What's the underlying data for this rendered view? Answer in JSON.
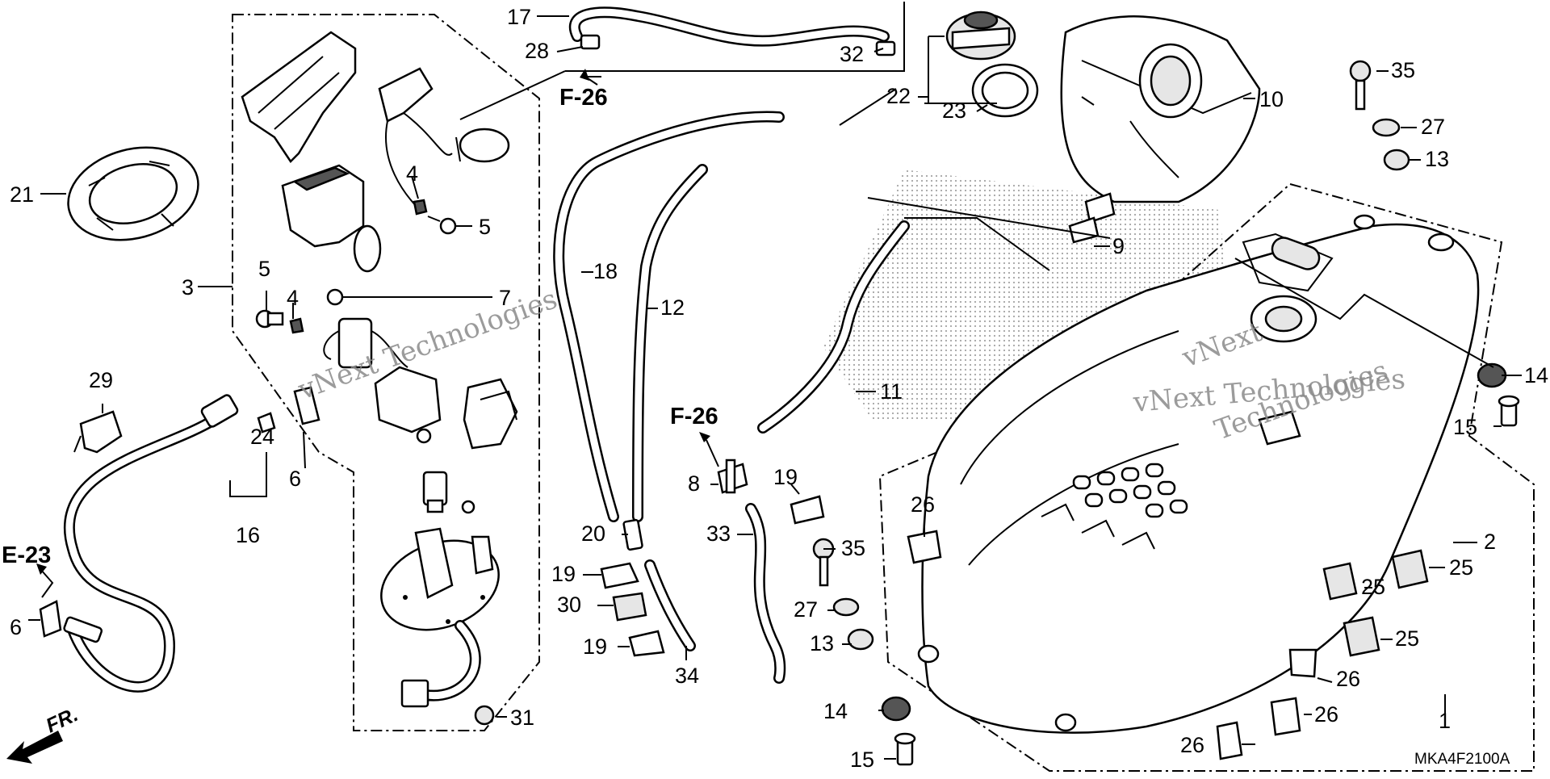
{
  "diagram": {
    "code": "MKA4F2100A",
    "front_marker": "FR.",
    "watermarks": [
      "vNext Technologies",
      "vNext Technologies",
      "vNext",
      "Technologies"
    ],
    "callouts": [
      {
        "id": "c-17",
        "text": "17"
      },
      {
        "id": "c-28",
        "text": "28"
      },
      {
        "id": "c-32",
        "text": "32"
      },
      {
        "id": "c-22",
        "text": "22"
      },
      {
        "id": "c-23",
        "text": "23"
      },
      {
        "id": "c-10",
        "text": "10"
      },
      {
        "id": "c-35a",
        "text": "35"
      },
      {
        "id": "c-27a",
        "text": "27"
      },
      {
        "id": "c-13a",
        "text": "13"
      },
      {
        "id": "c-21",
        "text": "21"
      },
      {
        "id": "c-4a",
        "text": "4"
      },
      {
        "id": "c-5a",
        "text": "5"
      },
      {
        "id": "c-3",
        "text": "3"
      },
      {
        "id": "c-5b",
        "text": "5"
      },
      {
        "id": "c-4b",
        "text": "4"
      },
      {
        "id": "c-7",
        "text": "7"
      },
      {
        "id": "c-18",
        "text": "18"
      },
      {
        "id": "c-12",
        "text": "12"
      },
      {
        "id": "c-9",
        "text": "9"
      },
      {
        "id": "c-11",
        "text": "11"
      },
      {
        "id": "c-14a",
        "text": "14"
      },
      {
        "id": "c-15a",
        "text": "15"
      },
      {
        "id": "c-29",
        "text": "29"
      },
      {
        "id": "c-24",
        "text": "24"
      },
      {
        "id": "c-6a",
        "text": "6"
      },
      {
        "id": "c-16",
        "text": "16"
      },
      {
        "id": "c-6b",
        "text": "6"
      },
      {
        "id": "c-8",
        "text": "8"
      },
      {
        "id": "c-19a",
        "text": "19"
      },
      {
        "id": "c-20",
        "text": "20"
      },
      {
        "id": "c-19b",
        "text": "19"
      },
      {
        "id": "c-30",
        "text": "30"
      },
      {
        "id": "c-19c",
        "text": "19"
      },
      {
        "id": "c-33",
        "text": "33"
      },
      {
        "id": "c-35b",
        "text": "35"
      },
      {
        "id": "c-27b",
        "text": "27"
      },
      {
        "id": "c-13b",
        "text": "13"
      },
      {
        "id": "c-26a",
        "text": "26"
      },
      {
        "id": "c-2",
        "text": "2"
      },
      {
        "id": "c-25a",
        "text": "25"
      },
      {
        "id": "c-25b",
        "text": "25"
      },
      {
        "id": "c-25c",
        "text": "25"
      },
      {
        "id": "c-26b",
        "text": "26"
      },
      {
        "id": "c-26c",
        "text": "26"
      },
      {
        "id": "c-26d",
        "text": "26"
      },
      {
        "id": "c-1",
        "text": "1"
      },
      {
        "id": "c-14b",
        "text": "14"
      },
      {
        "id": "c-15b",
        "text": "15"
      },
      {
        "id": "c-34",
        "text": "34"
      },
      {
        "id": "c-31",
        "text": "31"
      }
    ],
    "references": [
      {
        "id": "r-f26a",
        "text": "F-26"
      },
      {
        "id": "r-f26b",
        "text": "F-26"
      },
      {
        "id": "r-e23",
        "text": "E-23"
      }
    ]
  }
}
